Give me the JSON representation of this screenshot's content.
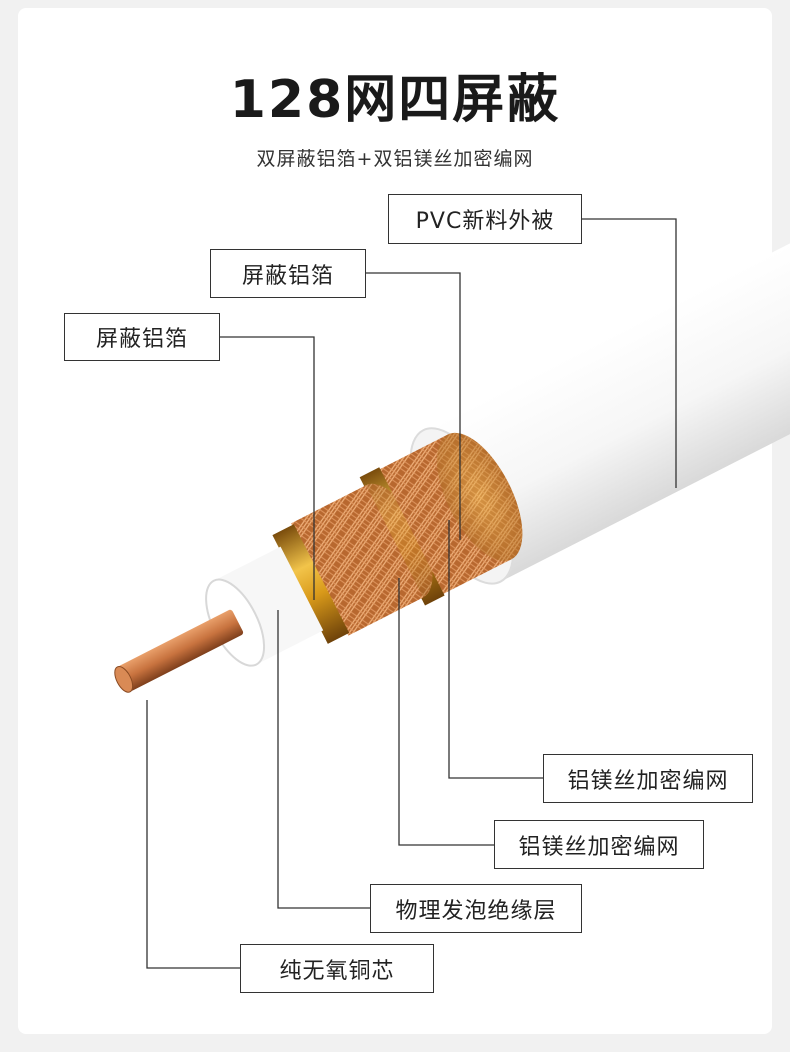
{
  "header": {
    "title": "128网四屏蔽",
    "subtitle": "双屏蔽铝箔+双铝镁丝加密编网"
  },
  "labels": {
    "pvc_jacket": "PVC新料外被",
    "shield_foil_outer": "屏蔽铝箔",
    "shield_foil_inner": "屏蔽铝箔",
    "braid_outer": "铝镁丝加密编网",
    "braid_inner": "铝镁丝加密编网",
    "insulation": "物理发泡绝缘层",
    "core": "纯无氧铜芯"
  },
  "colors": {
    "copper": "#c8733f",
    "gold": "#d9a21c",
    "jacket": "#ffffff",
    "line": "#333333"
  }
}
